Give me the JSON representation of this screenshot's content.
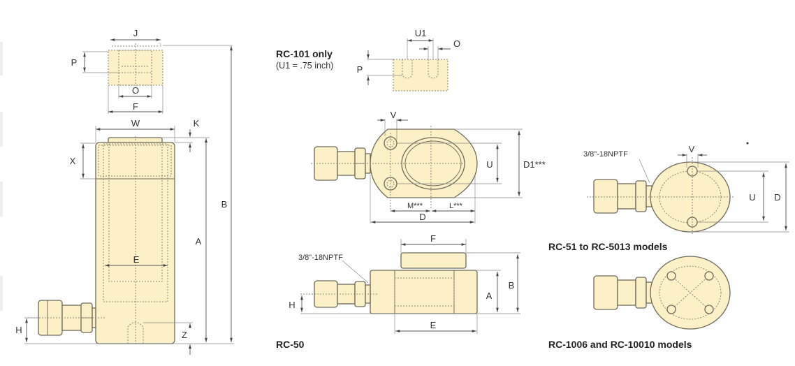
{
  "left_view": {
    "labels": {
      "J": "J",
      "P": "P",
      "O": "O",
      "F": "F",
      "W": "W",
      "K": "K",
      "X": "X",
      "E": "E",
      "A": "A",
      "B": "B",
      "H": "H",
      "Z": "Z"
    }
  },
  "rc101": {
    "title": "RC-101 only",
    "note": "(U1 = .75 inch)",
    "labels": {
      "U1": "U1",
      "O": "O",
      "P": "P"
    }
  },
  "top_view": {
    "labels": {
      "V": "V",
      "U": "U",
      "D1": "D1***",
      "M": "M***",
      "L": "L***",
      "D": "D"
    }
  },
  "rc50": {
    "caption": "RC-50",
    "thread": "3/8\"-18NPTF",
    "labels": {
      "F": "F",
      "B": "B",
      "A": "A",
      "H": "H",
      "E": "E"
    }
  },
  "rc51": {
    "caption": "RC-51 to RC-5013 models",
    "thread": "3/8\"-18NPTF",
    "labels": {
      "V": "V",
      "U": "U",
      "D": "D"
    }
  },
  "rc1006": {
    "caption": "RC-1006 and RC-10010 models"
  }
}
